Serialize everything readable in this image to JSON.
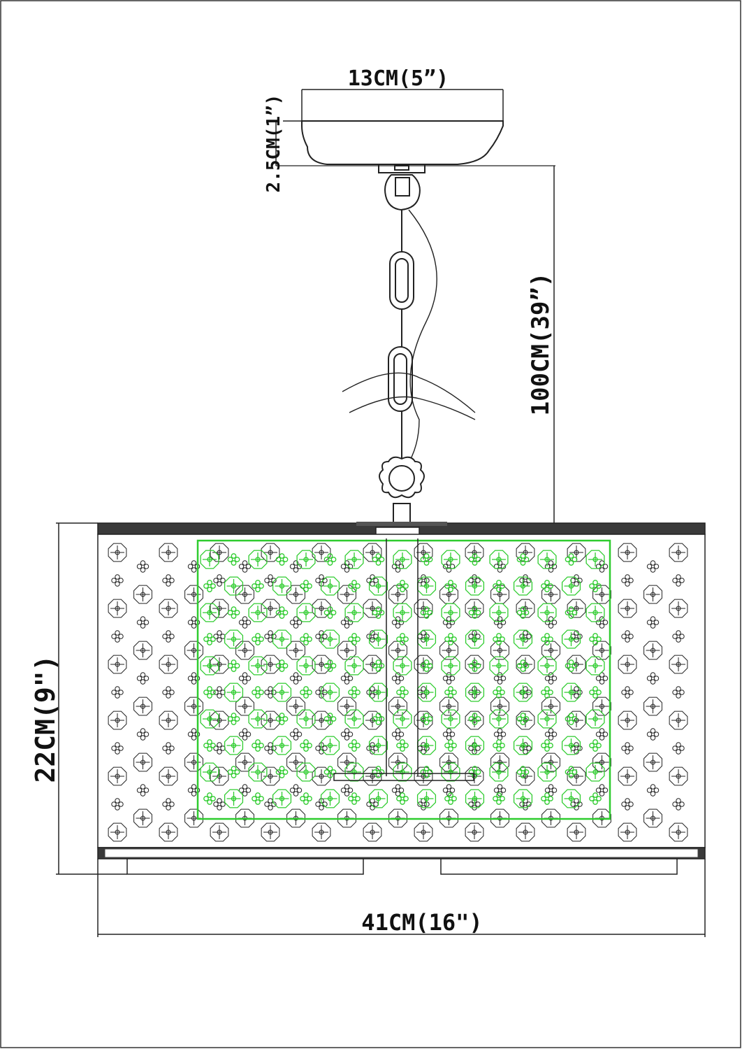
{
  "diagram": {
    "title": "",
    "dimensions": {
      "canopy_diameter": "13CM(5”)",
      "canopy_height": "2.5CM(1”)",
      "chain_length": "100CM(39”)",
      "drum_height": "22CM(9\")",
      "drum_diameter": "41CM(16\")"
    },
    "colors": {
      "line": "#222222",
      "crystal_glow": "#2ecc2e",
      "background": "#ffffff"
    }
  }
}
